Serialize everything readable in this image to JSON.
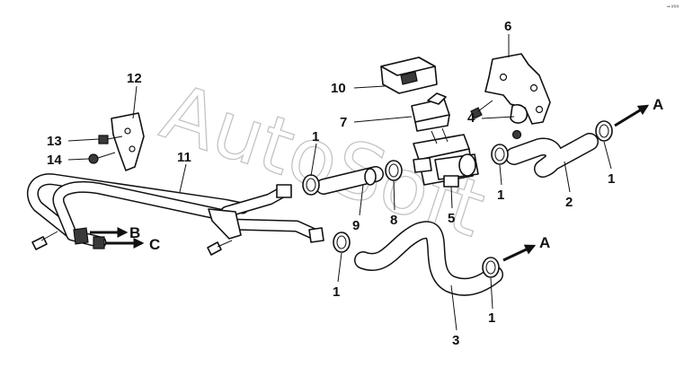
{
  "corner_text": "•• ###",
  "watermark": "AutoSoft",
  "callouts": {
    "c1a": "1",
    "c1b": "1",
    "c1c": "1",
    "c1d": "1",
    "c1e": "1",
    "c2": "2",
    "c3": "3",
    "c4": "4",
    "c5": "5",
    "c6": "6",
    "c7": "7",
    "c8": "8",
    "c9": "9",
    "c10": "10",
    "c11": "11",
    "c12": "12",
    "c13": "13",
    "c14": "14"
  },
  "arrows": {
    "a_top": "A",
    "a_mid": "A",
    "b": "B",
    "c": "C"
  }
}
